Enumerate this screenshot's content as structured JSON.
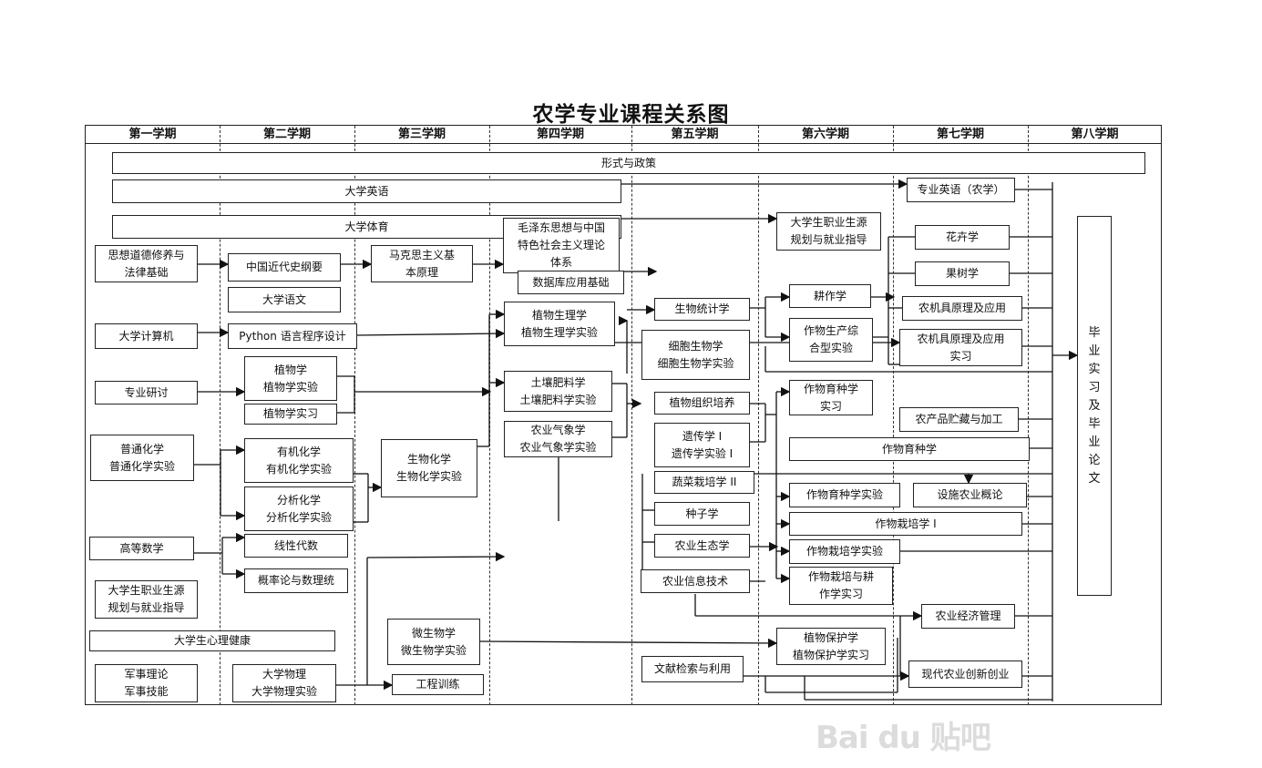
{
  "title": "农学专业课程关系图",
  "semesters": [
    "第一学期",
    "第二学期",
    "第三学期",
    "第四学期",
    "第五学期",
    "第六学期",
    "第七学期",
    "第八学期"
  ],
  "courses": {
    "xingshi": "形式与政策",
    "daxue_yingyu": "大学英语",
    "daxue_tiyu": "大学体育",
    "sixiang": "思想道德修养与\n法律基础",
    "daxue_jisuanji": "大学计算机",
    "zhuanye_yantao": "专业研讨",
    "putong_huaxue": "普通化学\n普通化学实验",
    "gaodeng_shuxue": "高等数学",
    "zhiye_1": "大学生职业生源\n规划与就业指导",
    "xinli": "大学生心理健康",
    "junshi": "军事理论\n军事技能",
    "jindaishi": "中国近代史纲要",
    "yuwen": "大学语文",
    "python": "Python 语言程序设计",
    "zhiwuxue": "植物学\n植物学实验",
    "zhiwuxue_shixi": "植物学实习",
    "youji": "有机化学\n有机化学实验",
    "fenxi": "分析化学\n分析化学实验",
    "xianxing": "线性代数",
    "gailv": "概率论与数理统",
    "wuli": "大学物理\n大学物理实验",
    "makesi": "马克思主义基\n本原理",
    "shenghua": "生物化学\n生物化学实验",
    "weishengwu": "微生物学\n微生物学实验",
    "gongcheng": "工程训练",
    "maozedong": "毛泽东思想与中国\n特色社会主义理论\n体系",
    "shujuku": "数据库应用基础",
    "zhiwu_shengli": "植物生理学\n植物生理学实验",
    "turang": "土壤肥料学\n土壤肥料学实验",
    "qixiang": "农业气象学\n农业气象学实验",
    "tongji": "生物统计学",
    "xibao": "细胞生物学\n细胞生物学实验",
    "zuzhi": "植物组织培养",
    "yichuan": "遗传学 I\n遗传学实验 I",
    "shucai": "蔬菜栽培学 II",
    "zhongzi": "种子学",
    "shengtai": "农业生态学",
    "xinxi": "农业信息技术",
    "wenxian": "文献检索与利用",
    "zhiye_6": "大学生职业生源\n规划与就业指导",
    "gengzuo": "耕作学",
    "shengchan_zonghe": "作物生产综\n合型实验",
    "yuzhong_shixi": "作物育种学\n实习",
    "yuzhong": "作物育种学",
    "yuzhong_shiyan": "作物育种学实验",
    "zaipei_1": "作物栽培学 I",
    "zaipei_shiyan": "作物栽培学实验",
    "zaipei_geng": "作物栽培与耕\n作学实习",
    "baohu": "植物保护学\n植物保护学实习",
    "yingyu_nongxue": "专业英语（农学）",
    "huahui": "花卉学",
    "guoshu": "果树学",
    "nongji_1": "农机具原理及应用",
    "nongji_2": "农机具原理及应用\n实习",
    "zhucang": "农产品贮藏与加工",
    "sheshi": "设施农业概论",
    "jingji": "农业经济管理",
    "chuangxin": "现代农业创新创业",
    "biye": "毕\n业\n实\n习\n及\n毕\n业\n论\n文"
  },
  "watermark": "Bai du 贴吧"
}
